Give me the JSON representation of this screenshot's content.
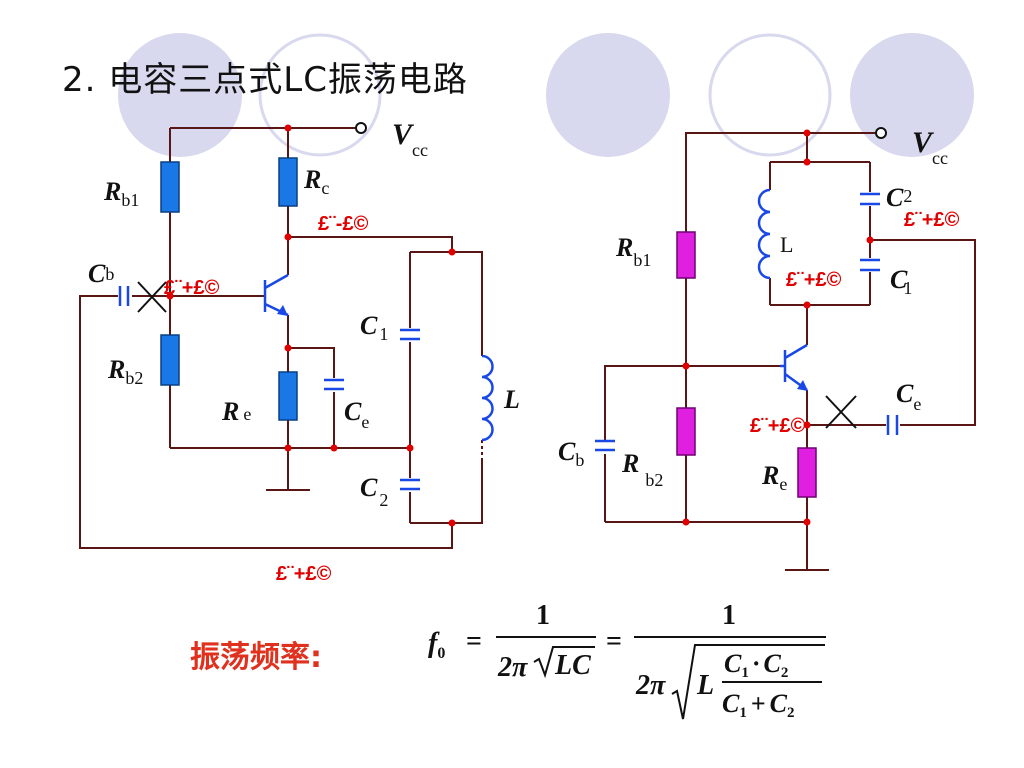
{
  "slide": {
    "title": "2. 电容三点式LC振荡电路",
    "frequency_label": "振荡频率:",
    "colors": {
      "wire": "#5a1515",
      "node": "#e00000",
      "resistor_left": "#1a78e6",
      "resistor_right": "#e020e0",
      "capacitor": "#1a48e6",
      "deco_circle": "#d8d8ee",
      "label_red": "#e00000"
    }
  },
  "left_circuit": {
    "vcc": "V",
    "vcc_sub": "cc",
    "rb1": "R",
    "rb1_sub": "b1",
    "rb2": "R",
    "rb2_sub": "b2",
    "rc": "R",
    "rc_sub": "c",
    "re": "R",
    "re_sub": "e",
    "cb": "C",
    "cb_sub": "b",
    "ce": "C",
    "ce_sub": "e",
    "c1": "C",
    "c1_sub": "1",
    "c2": "C",
    "c2_sub": "2",
    "l": "L",
    "mark_minus": "£¨-£©",
    "mark_plus_1": "£¨+£©",
    "mark_plus_2": "£¨+£©"
  },
  "right_circuit": {
    "vcc": "V",
    "vcc_sub": "cc",
    "rb1": "R",
    "rb1_sub": "b1",
    "rb2": "R",
    "rb2_sub": "b2",
    "re": "R",
    "re_sub": "e",
    "cb": "C",
    "cb_sub": "b",
    "ce": "C",
    "ce_sub": "e",
    "c1": "C",
    "c1_sub": "1",
    "c2": "C",
    "c2_sub": "2",
    "l": "L",
    "mark_plus_c2": "£¨+£©",
    "mark_plus_l": "£¨+£©",
    "mark_plus_e": "£¨+£©"
  },
  "formula": {
    "f": "f",
    "f_sub": "0",
    "equals": "=",
    "one": "1",
    "two_pi": "2π",
    "lc": "LC",
    "l": "L",
    "c1": "C",
    "c1_sub": "1",
    "c2": "C",
    "c2_sub": "2",
    "dot": "·",
    "plus": "+"
  }
}
